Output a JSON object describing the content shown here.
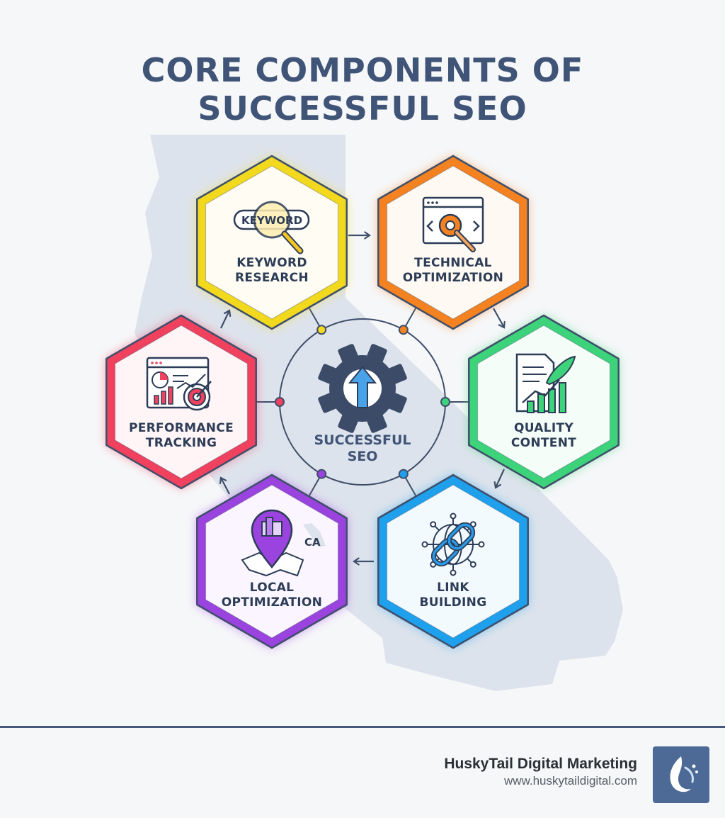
{
  "title": {
    "line1": "CORE COMPONENTS OF",
    "line2": "SUCCESSFUL SEO"
  },
  "center": {
    "line1": "SUCCESSFUL",
    "line2": "SEO"
  },
  "components": [
    {
      "id": "keyword",
      "line1": "KEYWORD",
      "line2": "RESEARCH",
      "icon": "magnifier-keyword-icon",
      "icon_text": "KEYWORD",
      "color": "#f2d91e"
    },
    {
      "id": "technical",
      "line1": "TECHNICAL",
      "line2": "OPTIMIZATION",
      "icon": "browser-gear-wrench-icon",
      "color": "#f58220"
    },
    {
      "id": "content",
      "line1": "QUALITY",
      "line2": "CONTENT",
      "icon": "document-feather-chart-icon",
      "color": "#3dd37a"
    },
    {
      "id": "link",
      "line1": "LINK",
      "line2": "BUILDING",
      "icon": "chain-globe-network-icon",
      "color": "#1ea0ec"
    },
    {
      "id": "local",
      "line1": "LOCAL",
      "line2": "OPTIMIZATION",
      "icon": "map-pin-icon",
      "icon_text": "CA",
      "color": "#9b43df"
    },
    {
      "id": "performance",
      "line1": "PERFORMANCE",
      "line2": "TRACKING",
      "icon": "dashboard-target-icon",
      "color": "#f0415e"
    }
  ],
  "footer": {
    "company": "HuskyTail Digital Marketing",
    "url": "www.huskytaildigital.com",
    "logo": "husky-logo-icon"
  },
  "colors": {
    "title": "#3f5476",
    "text": "#2d3d57",
    "outline": "#3f4f6b",
    "map": "#dde3ec",
    "gear": "#3c4c68",
    "arrow": "#3b8fd6"
  }
}
